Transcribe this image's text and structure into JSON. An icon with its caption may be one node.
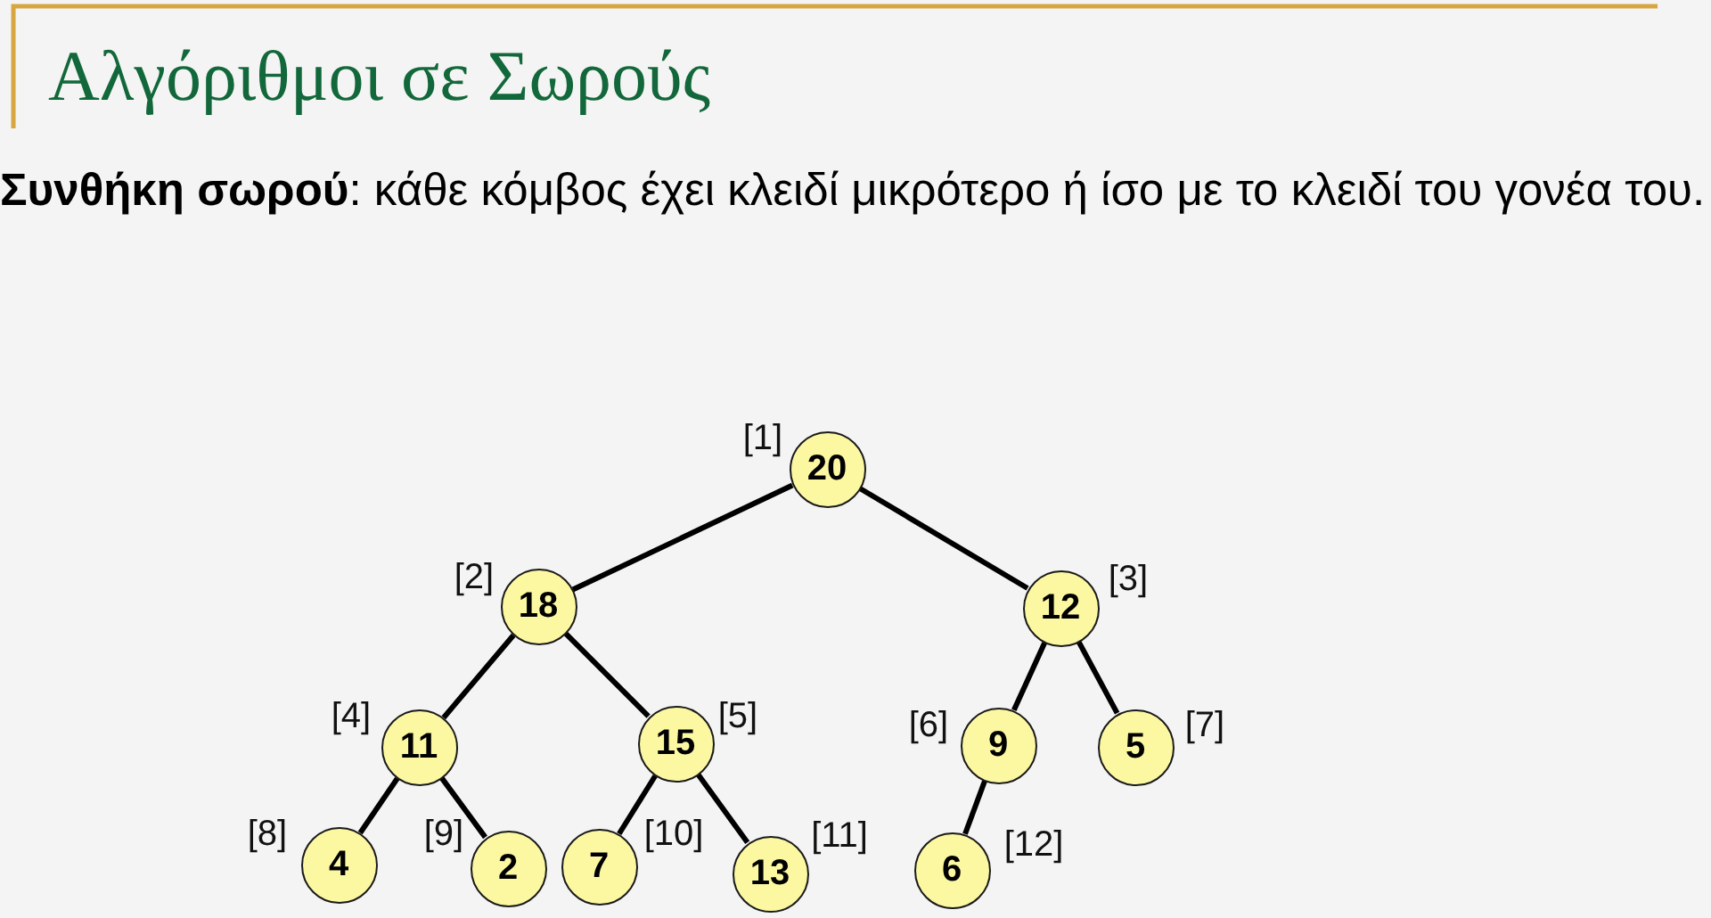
{
  "diagram": {
    "title": "Αλγόριθμοι σε Σωρούς",
    "nodes": [
      {
        "text": [
          "20"
        ],
        "beside": [
          "[1]"
        ]
      },
      {
        "text": [
          "18"
        ],
        "beside": [
          "[2]"
        ]
      },
      {
        "text": [
          "12"
        ],
        "beside": [
          "[3]"
        ]
      },
      {
        "text": [
          "11"
        ],
        "beside": [
          "[4]"
        ]
      },
      {
        "text": [
          "15"
        ],
        "beside": [
          "[5]"
        ]
      },
      {
        "text": [
          "9"
        ],
        "beside": [
          "[6]"
        ]
      },
      {
        "text": [
          "5"
        ],
        "beside": [
          "[7]"
        ]
      },
      {
        "text": [
          "4"
        ],
        "beside": [
          "[8]"
        ]
      },
      {
        "text": [
          "2"
        ],
        "beside": [
          "[9]"
        ]
      },
      {
        "text": [
          "7"
        ],
        "beside": [
          "[10]"
        ]
      },
      {
        "text": [
          "13"
        ],
        "beside": [
          "[11]"
        ]
      },
      {
        "text": [
          "6"
        ],
        "beside": [
          "[12]"
        ]
      }
    ],
    "edges": [
      {
        "from": 0,
        "to": 1,
        "arrow": "none"
      },
      {
        "from": 0,
        "to": 2,
        "arrow": "none"
      },
      {
        "from": 1,
        "to": 3,
        "arrow": "none"
      },
      {
        "from": 1,
        "to": 4,
        "arrow": "none"
      },
      {
        "from": 2,
        "to": 5,
        "arrow": "none"
      },
      {
        "from": 2,
        "to": 6,
        "arrow": "none"
      },
      {
        "from": 3,
        "to": 7,
        "arrow": "none"
      },
      {
        "from": 3,
        "to": 8,
        "arrow": "none"
      },
      {
        "from": 4,
        "to": 9,
        "arrow": "none"
      },
      {
        "from": 4,
        "to": 10,
        "arrow": "none"
      },
      {
        "from": 5,
        "to": 11,
        "arrow": "none"
      }
    ],
    "labels": [
      "**Συνθήκη σωρού**: κάθε κόμβος έχει κλειδί μικρότερο ή ίσο με το κλειδί του γονέα του."
    ]
  }
}
